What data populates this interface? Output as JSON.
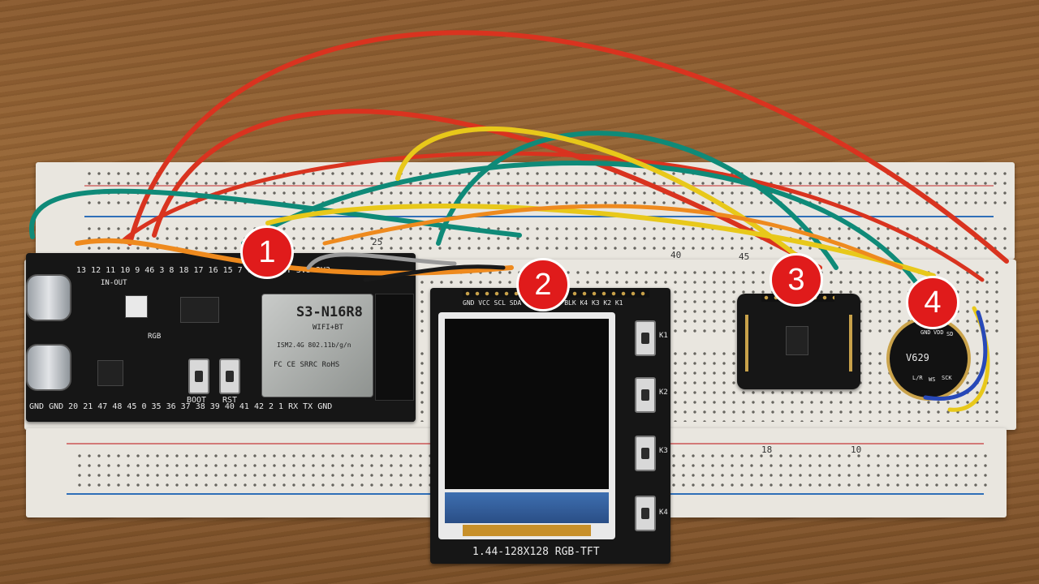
{
  "photo": {
    "badges": [
      "1",
      "2",
      "3",
      "4"
    ],
    "esp32_board": {
      "module_lines": [
        "S3-N16R8",
        "WIFI+BT",
        "ISM2.4G 802.11b/g/n",
        "FC CE SRRC RoHS"
      ],
      "button_labels": [
        "BOOT",
        "RST"
      ],
      "led_labels": [
        "RGB",
        "IN-OUT"
      ],
      "top_pins": "13 12 11 10 9 46 3 8 18 17 16 15 7 6 5 4 RST 3V3 3V3",
      "bottom_pins": "GND GND 20 21 47 48 45 0 35 36 37 38 39 40 41 42 2 1 RX TX GND"
    },
    "tft_board": {
      "pin_labels": "GND VCC SCL SDA RES DC CS BLK K4 K3 K2 K1",
      "key_labels": [
        "K1",
        "K2",
        "K3",
        "K4"
      ],
      "caption": "1.44-128X128 RGB-TFT"
    },
    "mic_module": {
      "chip_text": "V629",
      "pin_labels": [
        "GND",
        "VDD",
        "SD",
        "L/R",
        "WS",
        "SCK"
      ]
    },
    "breadboard_numbers": [
      "25",
      "40",
      "45",
      "18",
      "10"
    ],
    "colors": {
      "badge": "#e01b1b",
      "wire_red": "#d9331f",
      "wire_teal": "#0f8a78",
      "wire_yellow": "#e8c81a",
      "wire_orange": "#ee8a1e"
    }
  }
}
